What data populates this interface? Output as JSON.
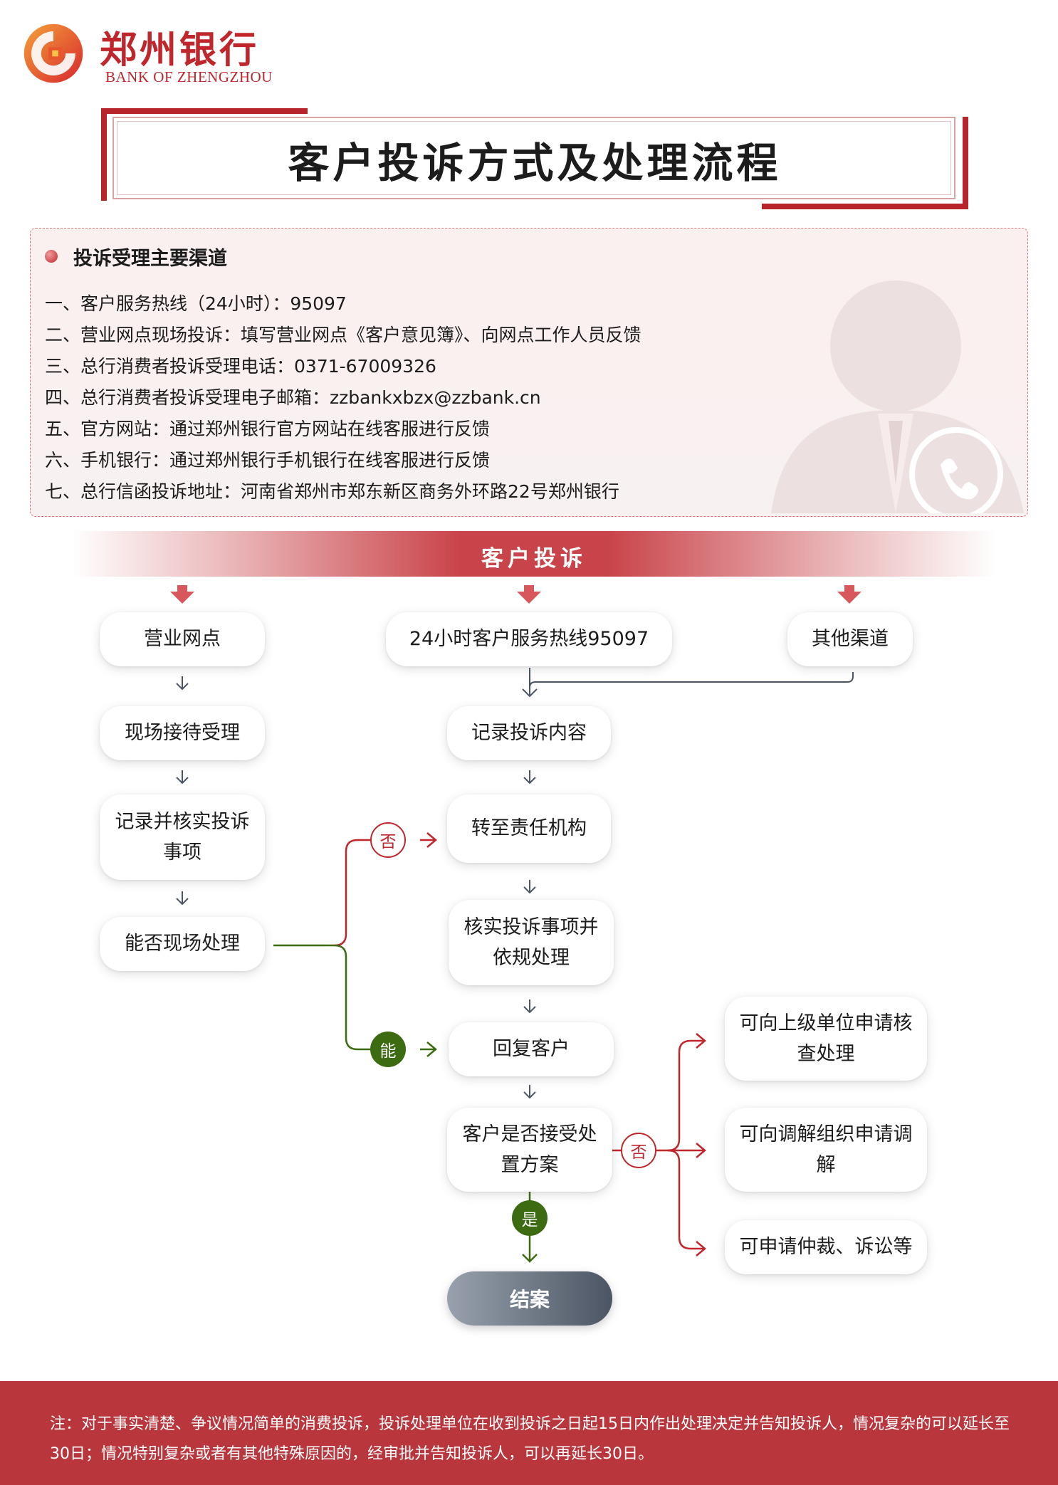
{
  "brand": {
    "name_cn": "郑州银行",
    "name_en": "BANK OF ZHENGZHOU"
  },
  "title": "客户投诉方式及处理流程",
  "channels": {
    "heading": "投诉受理主要渠道",
    "items": [
      "一、客户服务热线（24小时）：95097",
      "二、营业网点现场投诉：填写营业网点《客户意见簿》、向网点工作人员反馈",
      "三、总行消费者投诉受理电话：0371-67009326",
      "四、总行消费者投诉受理电子邮箱：zzbankxbzx@zzbank.cn",
      "五、官方网站：通过郑州银行官方网站在线客服进行反馈",
      "六、手机银行：通过郑州银行手机银行在线客服进行反馈",
      "七、总行信函投诉地址：河南省郑州市郑东新区商务外环路22号郑州银行"
    ]
  },
  "flow": {
    "start": "客户投诉",
    "branch_outlet": "营业网点",
    "branch_hotline": "24小时客户服务热线95097",
    "branch_other": "其他渠道",
    "onsite_receive": "现场接待受理",
    "onsite_record": "记录并核实投诉事项",
    "onsite_can_handle": "能否现场处理",
    "record_content": "记录投诉内容",
    "transfer": "转至责任机构",
    "verify_handle": "核实投诉事项并依规处理",
    "reply": "回复客户",
    "accept": "客户是否接受处置方案",
    "end": "结案",
    "opt_superior": "可向上级单位申请核查处理",
    "opt_mediation": "可向调解组织申请调解",
    "opt_arbitration": "可申请仲裁、诉讼等",
    "label_no": "否",
    "label_can": "能",
    "label_yes": "是"
  },
  "footer_note": "注：对于事实清楚、争议情况简单的消费投诉，投诉处理单位在收到投诉之日起15日内作出处理决定并告知投诉人，情况复杂的可以延长至30日；情况特别复杂或者有其他特殊原因的，经审批并告知投诉人，可以再延长30日。",
  "colors": {
    "brand_red": "#c0272d",
    "green": "#3d6b12",
    "end_gray": "#4b5563"
  }
}
